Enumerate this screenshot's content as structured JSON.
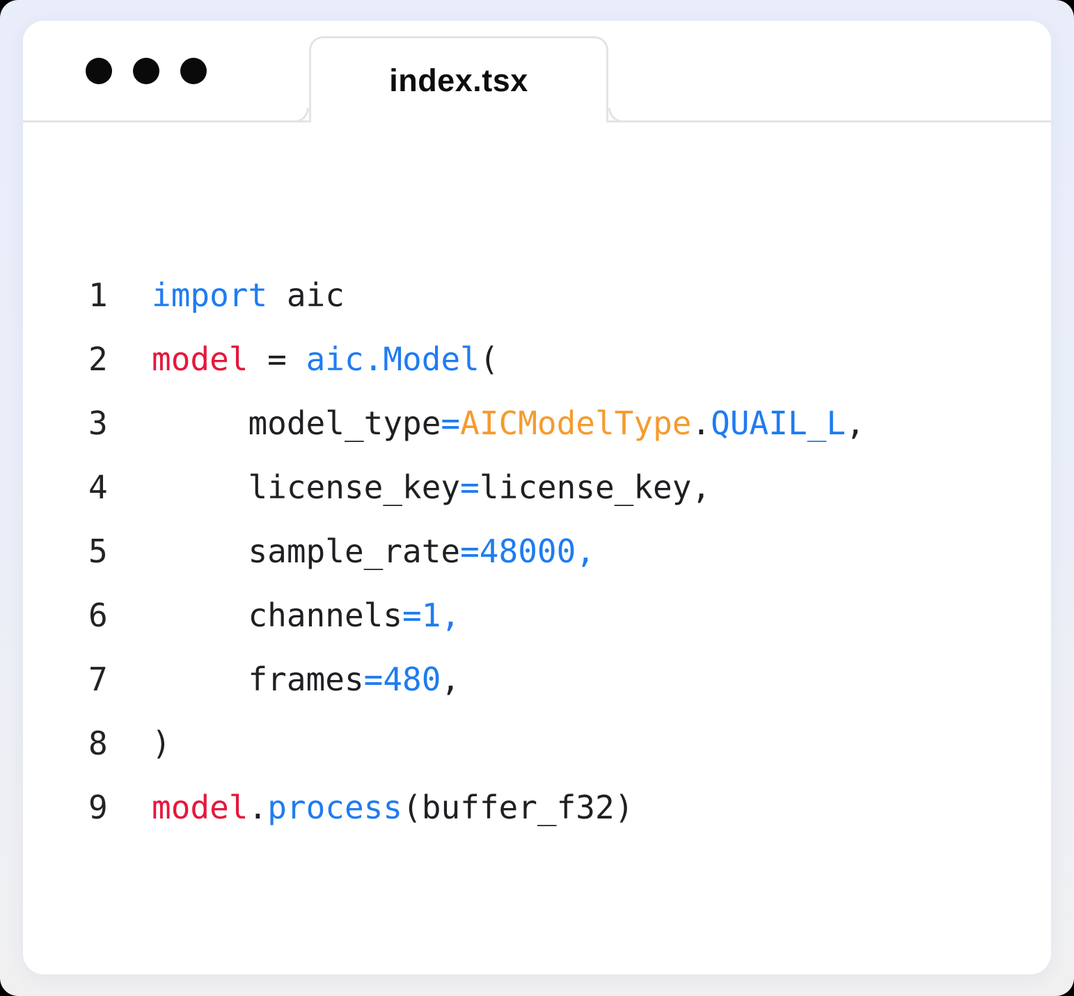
{
  "window": {
    "controls": [
      "window-control-dot",
      "window-control-dot",
      "window-control-dot"
    ],
    "tab_title": "index.tsx"
  },
  "colors": {
    "page_bg_top": "#e9edfa",
    "page_bg_bottom": "#f0f0f1",
    "window_bg": "#ffffff",
    "border": "#e4e4e7",
    "text": "#1f2023",
    "keyword_blue": "#1f7cf1",
    "variable_red": "#e5173c",
    "type_orange": "#f59b2f"
  },
  "code": {
    "lines": [
      {
        "num": "1",
        "tokens": [
          [
            "import",
            "blue"
          ],
          [
            " aic",
            "fg"
          ]
        ]
      },
      {
        "num": "2",
        "tokens": [
          [
            "model",
            "red"
          ],
          [
            " = ",
            "fg"
          ],
          [
            "aic.Model",
            "blue"
          ],
          [
            "(",
            "fg"
          ]
        ]
      },
      {
        "num": "3",
        "tokens": [
          [
            "     model_type",
            "fg"
          ],
          [
            "=",
            "blue"
          ],
          [
            "AICModelType",
            "orange"
          ],
          [
            ".",
            "fg"
          ],
          [
            "QUAIL_L",
            "blue"
          ],
          [
            ",",
            "fg"
          ]
        ]
      },
      {
        "num": "4",
        "tokens": [
          [
            "     license_key",
            "fg"
          ],
          [
            "=",
            "blue"
          ],
          [
            "license_key,",
            "fg"
          ]
        ]
      },
      {
        "num": "5",
        "tokens": [
          [
            "     sample_rate",
            "fg"
          ],
          [
            "=48000,",
            "blue"
          ]
        ]
      },
      {
        "num": "6",
        "tokens": [
          [
            "     channels",
            "fg"
          ],
          [
            "=1,",
            "blue"
          ]
        ]
      },
      {
        "num": "7",
        "tokens": [
          [
            "     frames",
            "fg"
          ],
          [
            "=480",
            "blue"
          ],
          [
            ",",
            "fg"
          ]
        ]
      },
      {
        "num": "8",
        "tokens": [
          [
            ")",
            "fg"
          ]
        ]
      },
      {
        "num": "9",
        "tokens": [
          [
            "model",
            "red"
          ],
          [
            ".",
            "fg"
          ],
          [
            "process",
            "blue"
          ],
          [
            "(buffer_f32)",
            "fg"
          ]
        ]
      }
    ]
  }
}
